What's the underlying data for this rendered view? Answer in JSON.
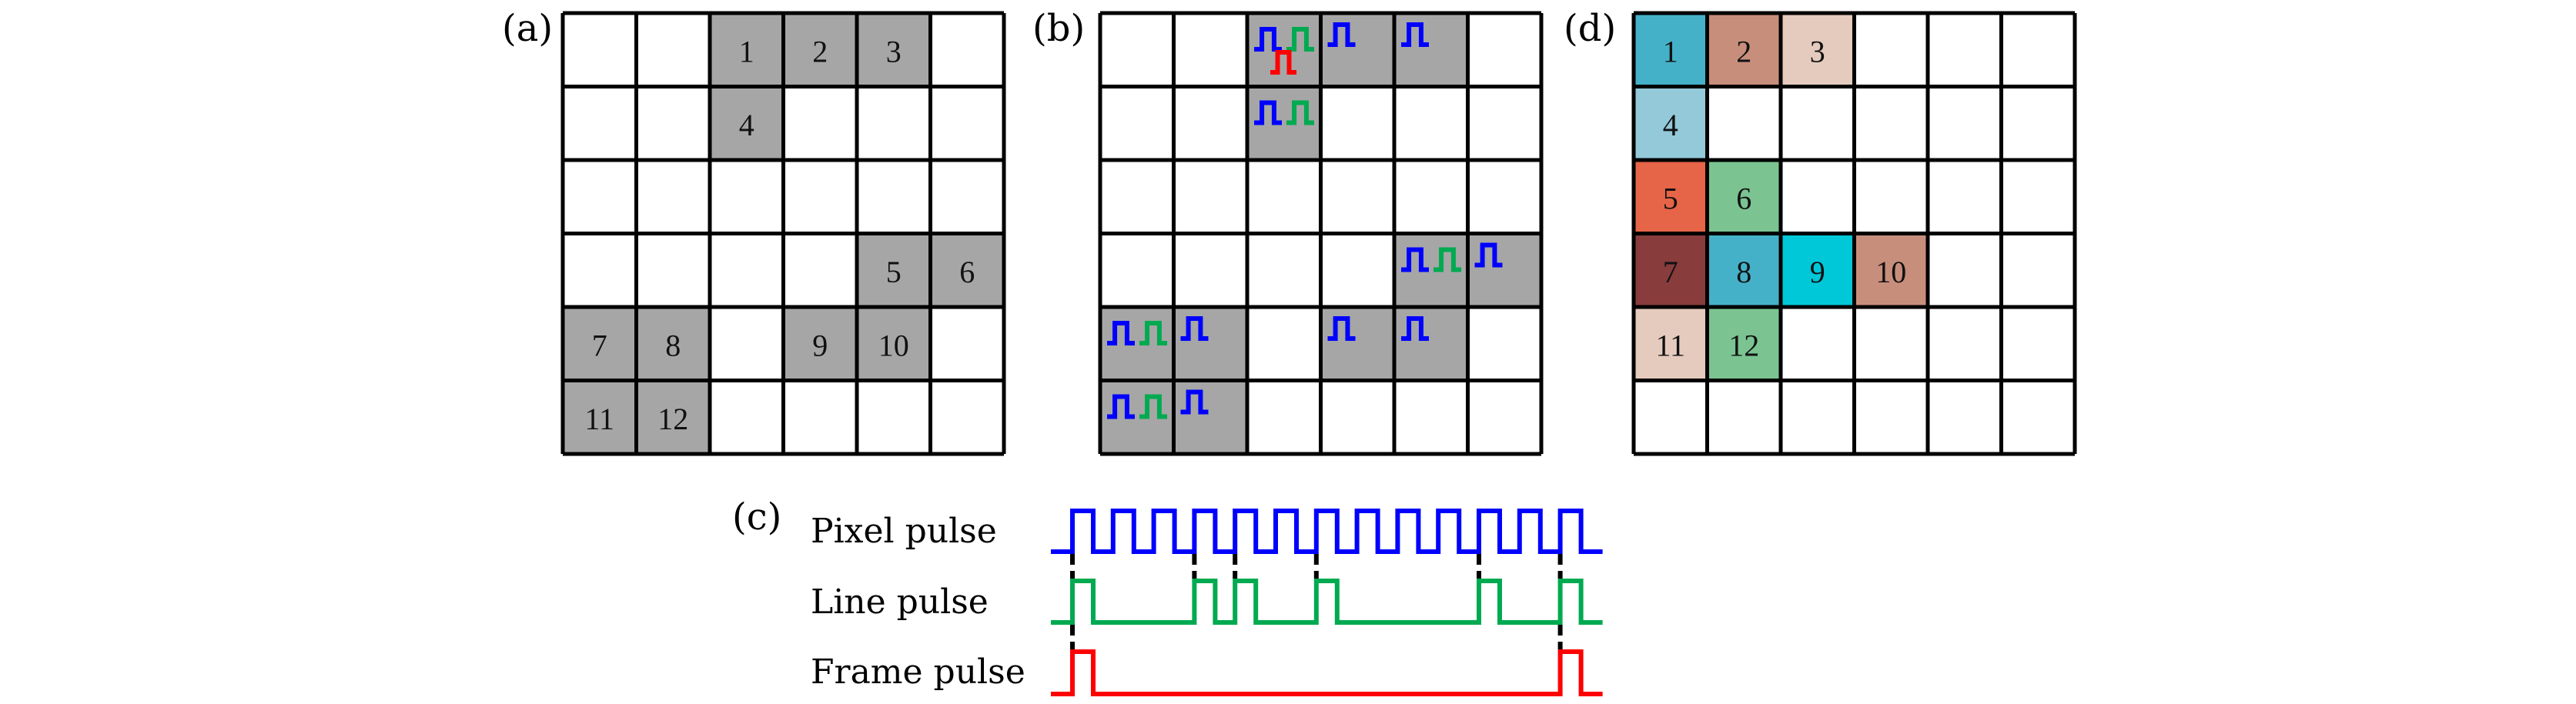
{
  "figure": {
    "panels": [
      {
        "id": "a",
        "label": "(a)",
        "rows": 6,
        "cols": 6,
        "active_fill": "#a6a6a6",
        "cells": [
          {
            "row": 1,
            "col": 3,
            "num": "1"
          },
          {
            "row": 1,
            "col": 4,
            "num": "2"
          },
          {
            "row": 1,
            "col": 5,
            "num": "3"
          },
          {
            "row": 2,
            "col": 3,
            "num": "4"
          },
          {
            "row": 4,
            "col": 5,
            "num": "5"
          },
          {
            "row": 4,
            "col": 6,
            "num": "6"
          },
          {
            "row": 5,
            "col": 1,
            "num": "7"
          },
          {
            "row": 5,
            "col": 2,
            "num": "8"
          },
          {
            "row": 5,
            "col": 4,
            "num": "9"
          },
          {
            "row": 5,
            "col": 5,
            "num": "10"
          },
          {
            "row": 6,
            "col": 1,
            "num": "11"
          },
          {
            "row": 6,
            "col": 2,
            "num": "12"
          }
        ]
      },
      {
        "id": "b",
        "label": "(b)",
        "rows": 6,
        "cols": 6,
        "active_fill": "#a6a6a6",
        "cells": [
          {
            "row": 1,
            "col": 3,
            "pulses": [
              "pixel",
              "line",
              "frame"
            ]
          },
          {
            "row": 1,
            "col": 4,
            "pulses": [
              "pixel"
            ]
          },
          {
            "row": 1,
            "col": 5,
            "pulses": [
              "pixel"
            ]
          },
          {
            "row": 2,
            "col": 3,
            "pulses": [
              "pixel",
              "line"
            ]
          },
          {
            "row": 4,
            "col": 5,
            "pulses": [
              "pixel",
              "line"
            ]
          },
          {
            "row": 4,
            "col": 6,
            "pulses": [
              "pixel"
            ]
          },
          {
            "row": 5,
            "col": 1,
            "pulses": [
              "pixel",
              "line"
            ]
          },
          {
            "row": 5,
            "col": 2,
            "pulses": [
              "pixel"
            ]
          },
          {
            "row": 5,
            "col": 4,
            "pulses": [
              "pixel"
            ]
          },
          {
            "row": 5,
            "col": 5,
            "pulses": [
              "pixel"
            ]
          },
          {
            "row": 6,
            "col": 1,
            "pulses": [
              "pixel",
              "line"
            ]
          },
          {
            "row": 6,
            "col": 2,
            "pulses": [
              "pixel"
            ]
          }
        ]
      },
      {
        "id": "d",
        "label": "(d)",
        "rows": 6,
        "cols": 6,
        "cells": [
          {
            "row": 1,
            "col": 1,
            "num": "1",
            "fill": "#45b1c9"
          },
          {
            "row": 1,
            "col": 2,
            "num": "2",
            "fill": "#c88e7c"
          },
          {
            "row": 1,
            "col": 3,
            "num": "3",
            "fill": "#e5cbbe"
          },
          {
            "row": 2,
            "col": 1,
            "num": "4",
            "fill": "#93c9d9"
          },
          {
            "row": 3,
            "col": 1,
            "num": "5",
            "fill": "#e66447"
          },
          {
            "row": 3,
            "col": 2,
            "num": "6",
            "fill": "#7bc492"
          },
          {
            "row": 4,
            "col": 1,
            "num": "7",
            "fill": "#883c3c"
          },
          {
            "row": 4,
            "col": 2,
            "num": "8",
            "fill": "#45b1c9"
          },
          {
            "row": 4,
            "col": 3,
            "num": "9",
            "fill": "#00c8d8"
          },
          {
            "row": 4,
            "col": 4,
            "num": "10",
            "fill": "#c88e7c"
          },
          {
            "row": 5,
            "col": 1,
            "num": "11",
            "fill": "#e5cbbe"
          },
          {
            "row": 5,
            "col": 2,
            "num": "12",
            "fill": "#7bc492"
          }
        ]
      }
    ],
    "timing": {
      "label": "(c)",
      "pulse_count": 13,
      "signals": [
        {
          "id": "pixel",
          "name": "Pixel pulse",
          "color": "#0000ff",
          "pulses_at": [
            1,
            2,
            3,
            4,
            5,
            6,
            7,
            8,
            9,
            10,
            11,
            12,
            13
          ]
        },
        {
          "id": "line",
          "name": "Line pulse",
          "color": "#00aa50",
          "pulses_at": [
            1,
            4,
            5,
            7,
            11,
            13
          ]
        },
        {
          "id": "frame",
          "name": "Frame pulse",
          "color": "#ff0000",
          "pulses_at": [
            1,
            13
          ]
        }
      ],
      "sync_markers": [
        {
          "pulse": 1,
          "spans": [
            "pixel-line",
            "line-frame"
          ]
        },
        {
          "pulse": 4,
          "spans": [
            "pixel-line"
          ]
        },
        {
          "pulse": 5,
          "spans": [
            "pixel-line"
          ]
        },
        {
          "pulse": 7,
          "spans": [
            "pixel-line"
          ]
        },
        {
          "pulse": 11,
          "spans": [
            "pixel-line"
          ]
        },
        {
          "pulse": 13,
          "spans": [
            "pixel-line",
            "line-frame"
          ]
        }
      ]
    }
  }
}
